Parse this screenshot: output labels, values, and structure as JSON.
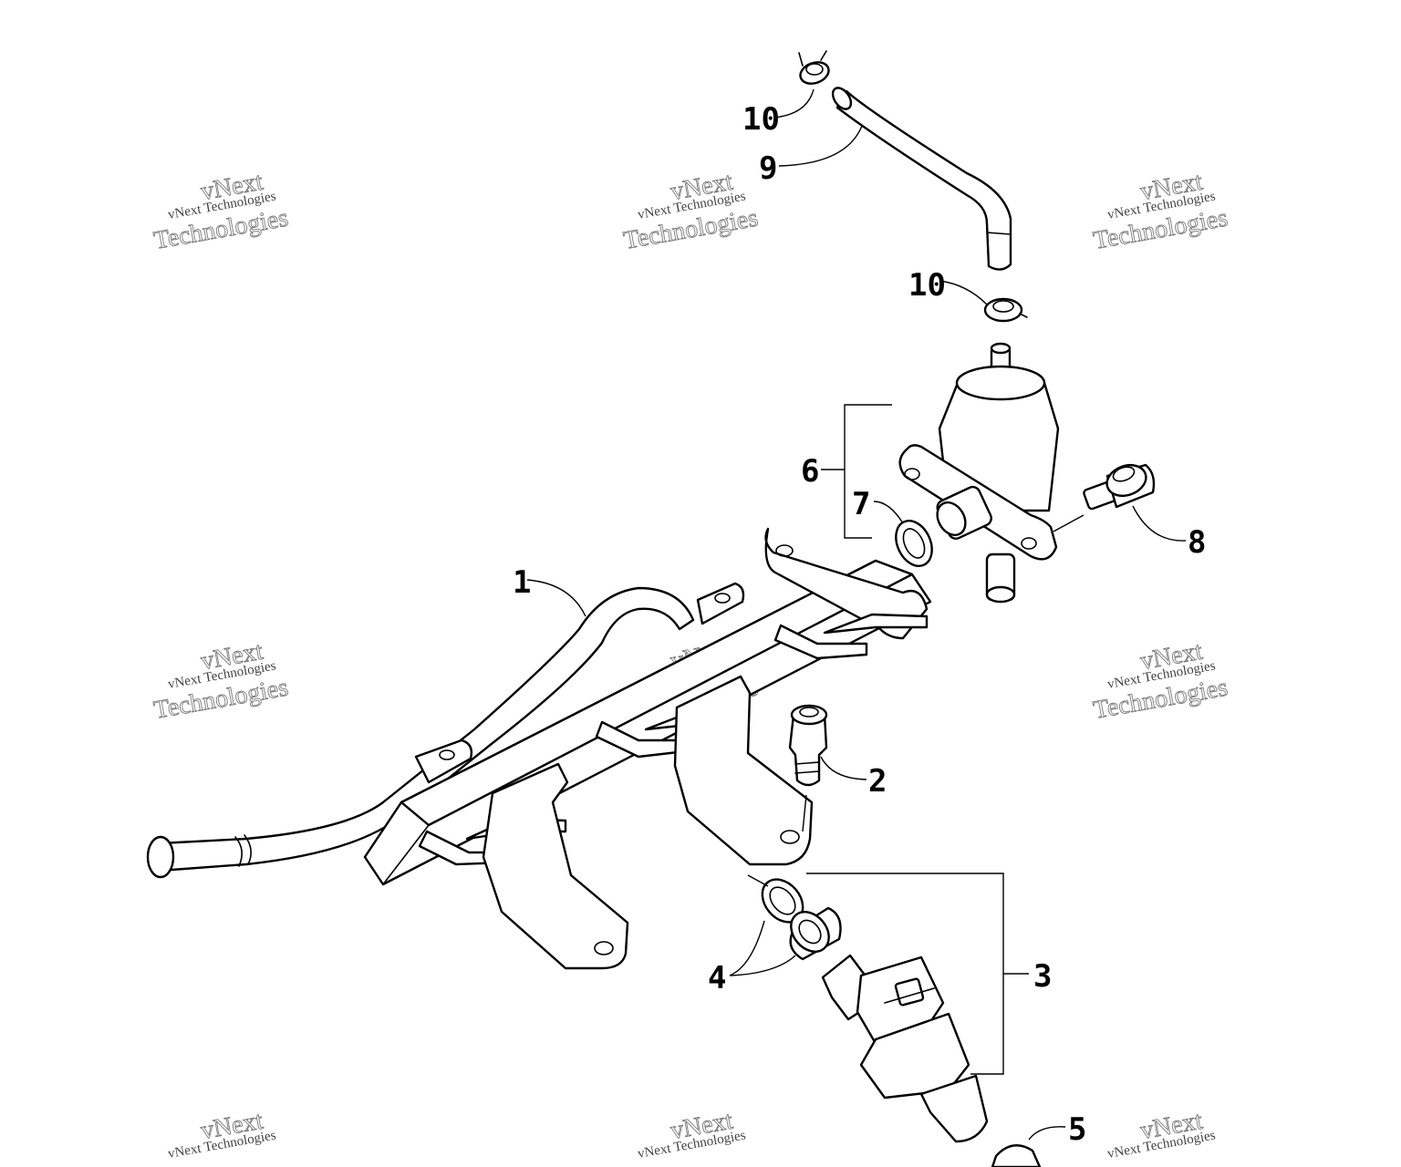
{
  "diagram": {
    "callouts": [
      "1",
      "2",
      "3",
      "4",
      "5",
      "6",
      "7",
      "8",
      "9",
      "10",
      "10"
    ]
  },
  "watermark": {
    "small_text": "vNext Technologies",
    "big_line1": "vNext",
    "big_line2": "Technologies"
  }
}
